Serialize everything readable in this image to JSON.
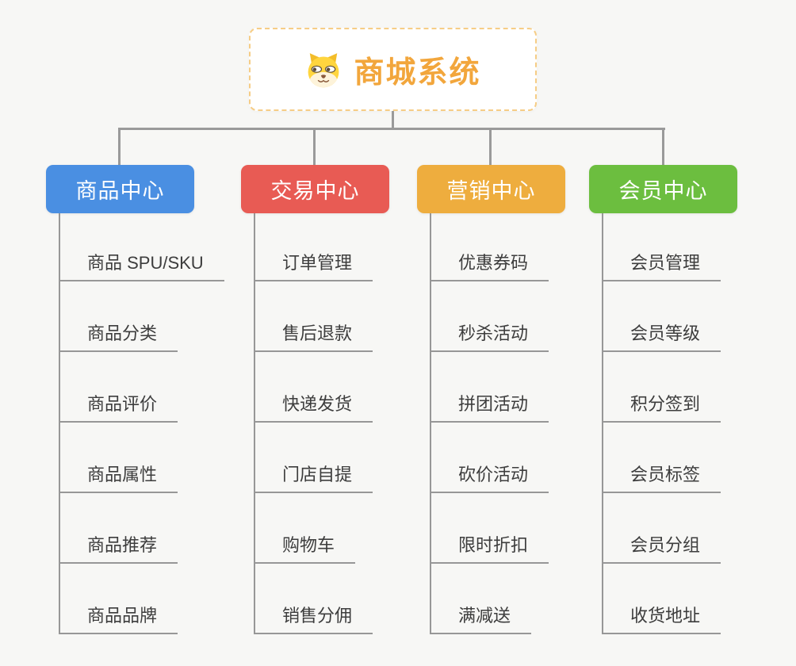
{
  "page": {
    "background_color": "#f7f7f5",
    "connector_color": "#9a9a9a",
    "leaf_line_color": "#979797",
    "leaf_text_color": "#3d3d3d"
  },
  "root": {
    "label": "商城系统",
    "icon": "dog-face-icon",
    "text_color": "#f2a63c",
    "border_color": "#f6cd86"
  },
  "branches": [
    {
      "id": "product",
      "label": "商品中心",
      "color": "#4a8fe2",
      "items": [
        "商品 SPU/SKU",
        "商品分类",
        "商品评价",
        "商品属性",
        "商品推荐",
        "商品品牌"
      ]
    },
    {
      "id": "trade",
      "label": "交易中心",
      "color": "#e85b54",
      "items": [
        "订单管理",
        "售后退款",
        "快递发货",
        "门店自提",
        "购物车",
        "销售分佣"
      ]
    },
    {
      "id": "marketing",
      "label": "营销中心",
      "color": "#eead3e",
      "items": [
        "优惠券码",
        "秒杀活动",
        "拼团活动",
        "砍价活动",
        "限时折扣",
        "满减送"
      ]
    },
    {
      "id": "member",
      "label": "会员中心",
      "color": "#6cbe3f",
      "items": [
        "会员管理",
        "会员等级",
        "积分签到",
        "会员标签",
        "会员分组",
        "收货地址"
      ]
    }
  ]
}
